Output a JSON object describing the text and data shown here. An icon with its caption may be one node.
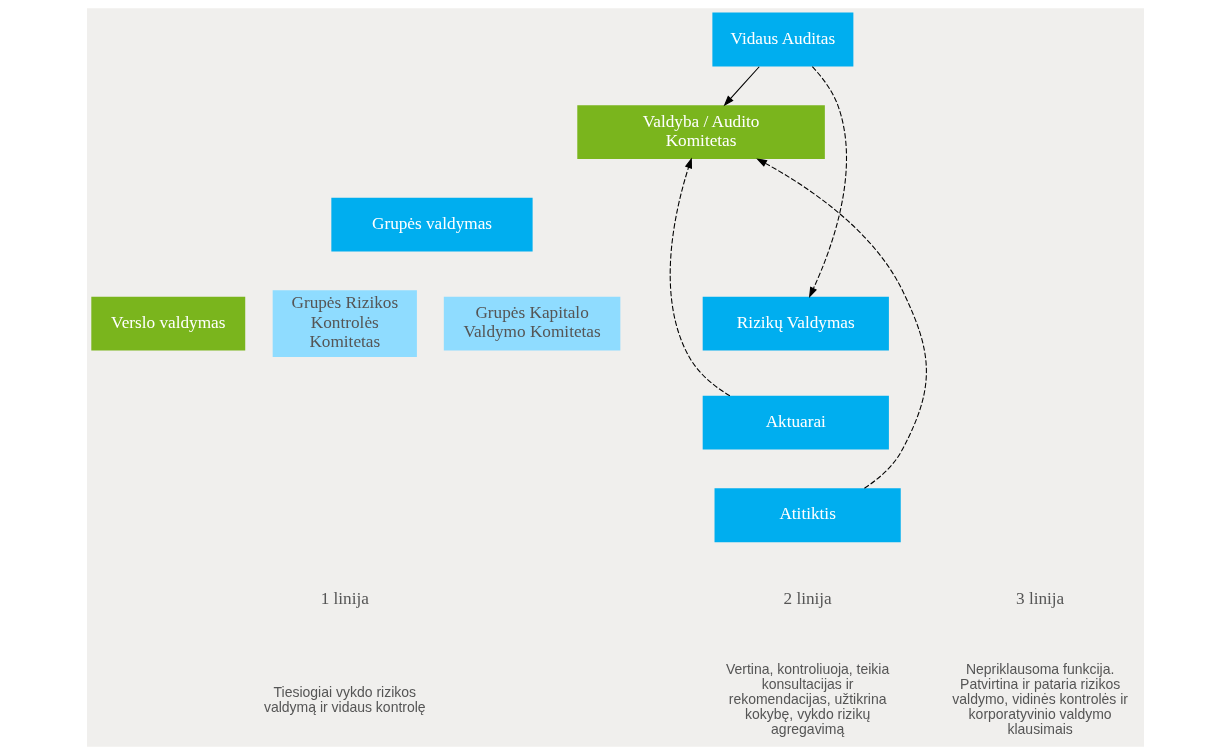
{
  "diagram": {
    "nodes": [
      {
        "text": [
          "Valdyba / Audito Komitetas"
        ]
      },
      {
        "text": [
          "Grupės valdymas"
        ]
      },
      {
        "text": [
          "Verslo valdymas"
        ]
      },
      {
        "text": [
          "Grupės Rizikos Kontrolės Komitetas"
        ]
      },
      {
        "text": [
          "Grupės Kapitalo Valdymo Komitetas"
        ]
      },
      {
        "text": [
          "Rizikų Valdymas"
        ]
      },
      {
        "text": [
          "Aktuarai"
        ]
      },
      {
        "text": [
          "Atitiktis"
        ]
      },
      {
        "text": [
          "Vidaus Auditas"
        ]
      }
    ],
    "edges": [
      {
        "from": 8,
        "to": 0,
        "arrow": "to"
      },
      {
        "from": 8,
        "to": 5,
        "arrow": "to",
        "style": "dashed"
      },
      {
        "from": 6,
        "to": 0,
        "arrow": "to",
        "style": "dashed"
      },
      {
        "from": 7,
        "to": 0,
        "arrow": "to",
        "style": "dashed"
      }
    ],
    "labels": [
      "1 linija",
      "Tiesiogiai vykdo rizikos valdymą ir vidaus kontrolę",
      "2 linija",
      "Vertina, kontroliuoja, teikia konsultacijas ir rekomendacijas, užtikrina kokybę, vykdo rizikų agregavimą",
      "3 linija",
      "Nepriklausoma funkcija. Patvirtina ir pataria rizikos valdymo, vidinės kontrolės ir korporatyvinio valdymo klausimais"
    ]
  }
}
